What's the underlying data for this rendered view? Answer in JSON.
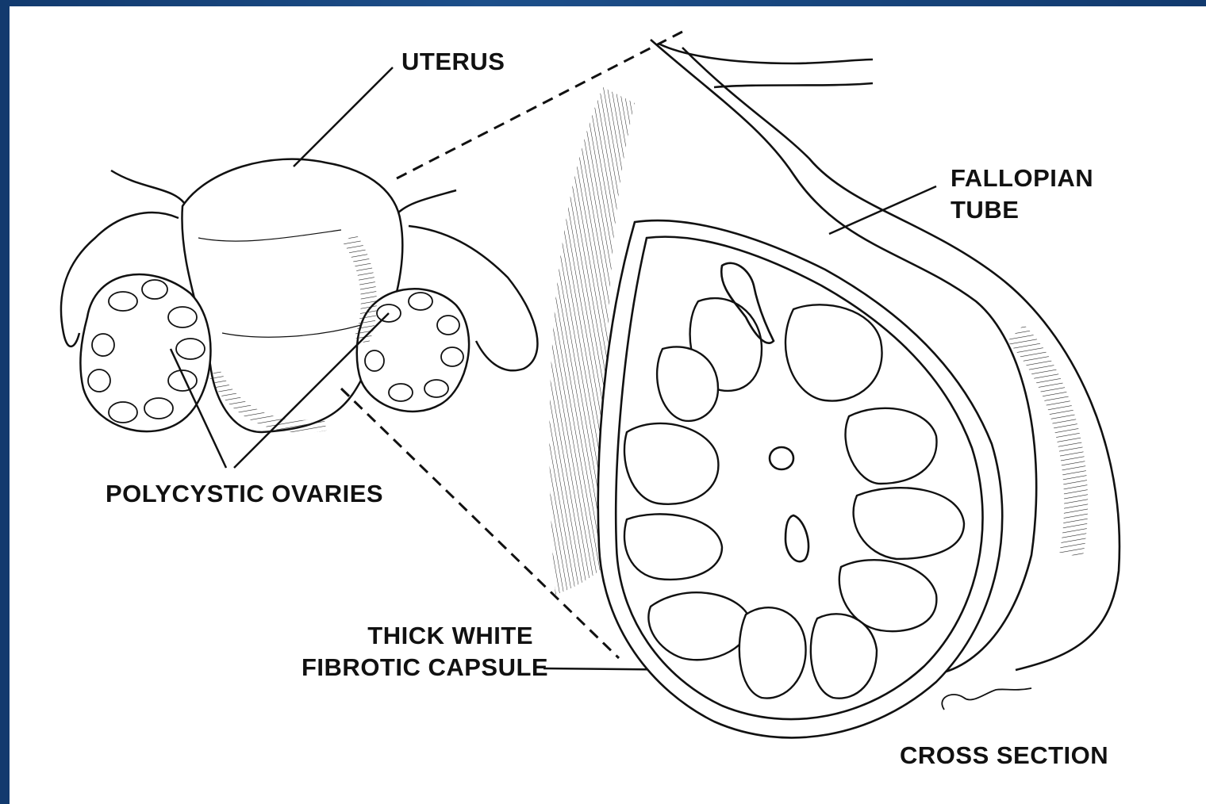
{
  "labels": {
    "uterus": "UTERUS",
    "fallopian_tube_line1": "FALLOPIAN",
    "fallopian_tube_line2": "TUBE",
    "polycystic_ovaries": "POLYCYSTIC OVARIES",
    "capsule_line1": "THICK WHITE",
    "capsule_line2": "FIBROTIC CAPSULE",
    "cross_section": "CROSS SECTION"
  },
  "colors": {
    "background": "#1d4f8a",
    "panel": "#ffffff",
    "ink": "#111111"
  }
}
